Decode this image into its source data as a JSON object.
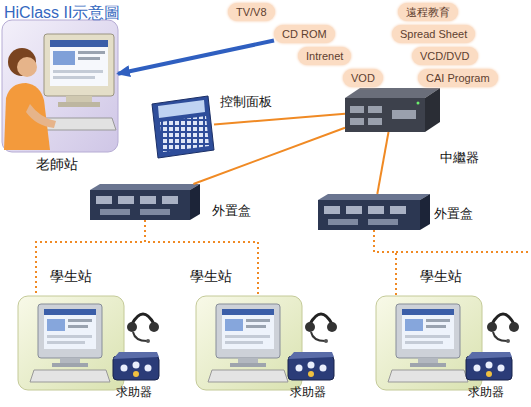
{
  "diagram": {
    "title": "HiClass II示意圖",
    "nodes": [
      {
        "text": [
          "TV/V8"
        ]
      },
      {
        "text": [
          "遠程教育"
        ]
      },
      {
        "text": [
          "CD ROM"
        ]
      },
      {
        "text": [
          "Spread Sheet"
        ]
      },
      {
        "text": [
          "Intrenet"
        ]
      },
      {
        "text": [
          "VCD/DVD"
        ]
      },
      {
        "text": [
          "VOD"
        ]
      },
      {
        "text": [
          "CAI Program"
        ]
      },
      {
        "text": [
          "老師站"
        ]
      },
      {
        "text": [
          "控制面板"
        ]
      },
      {
        "text": [
          "中繼器"
        ]
      },
      {
        "text": [
          "外置盒"
        ]
      },
      {
        "text": [
          "外置盒"
        ]
      },
      {
        "text": [
          "學生站"
        ]
      },
      {
        "text": [
          "學生站"
        ]
      },
      {
        "text": [
          "學生站"
        ]
      },
      {
        "text": [
          "求助器"
        ]
      },
      {
        "text": [
          "求助器"
        ]
      },
      {
        "text": [
          "求助器"
        ]
      }
    ],
    "edges": [
      {
        "from": 2,
        "to": 8,
        "arrow": "to"
      },
      {
        "from": 9,
        "to": 10,
        "arrow": "none"
      },
      {
        "from": 10,
        "to": 11,
        "arrow": "none"
      },
      {
        "from": 10,
        "to": 12,
        "arrow": "none"
      },
      {
        "from": 11,
        "to": 13,
        "arrow": "none"
      },
      {
        "from": 11,
        "to": 14,
        "arrow": "none"
      },
      {
        "from": 12,
        "to": 15,
        "arrow": "none"
      }
    ]
  }
}
